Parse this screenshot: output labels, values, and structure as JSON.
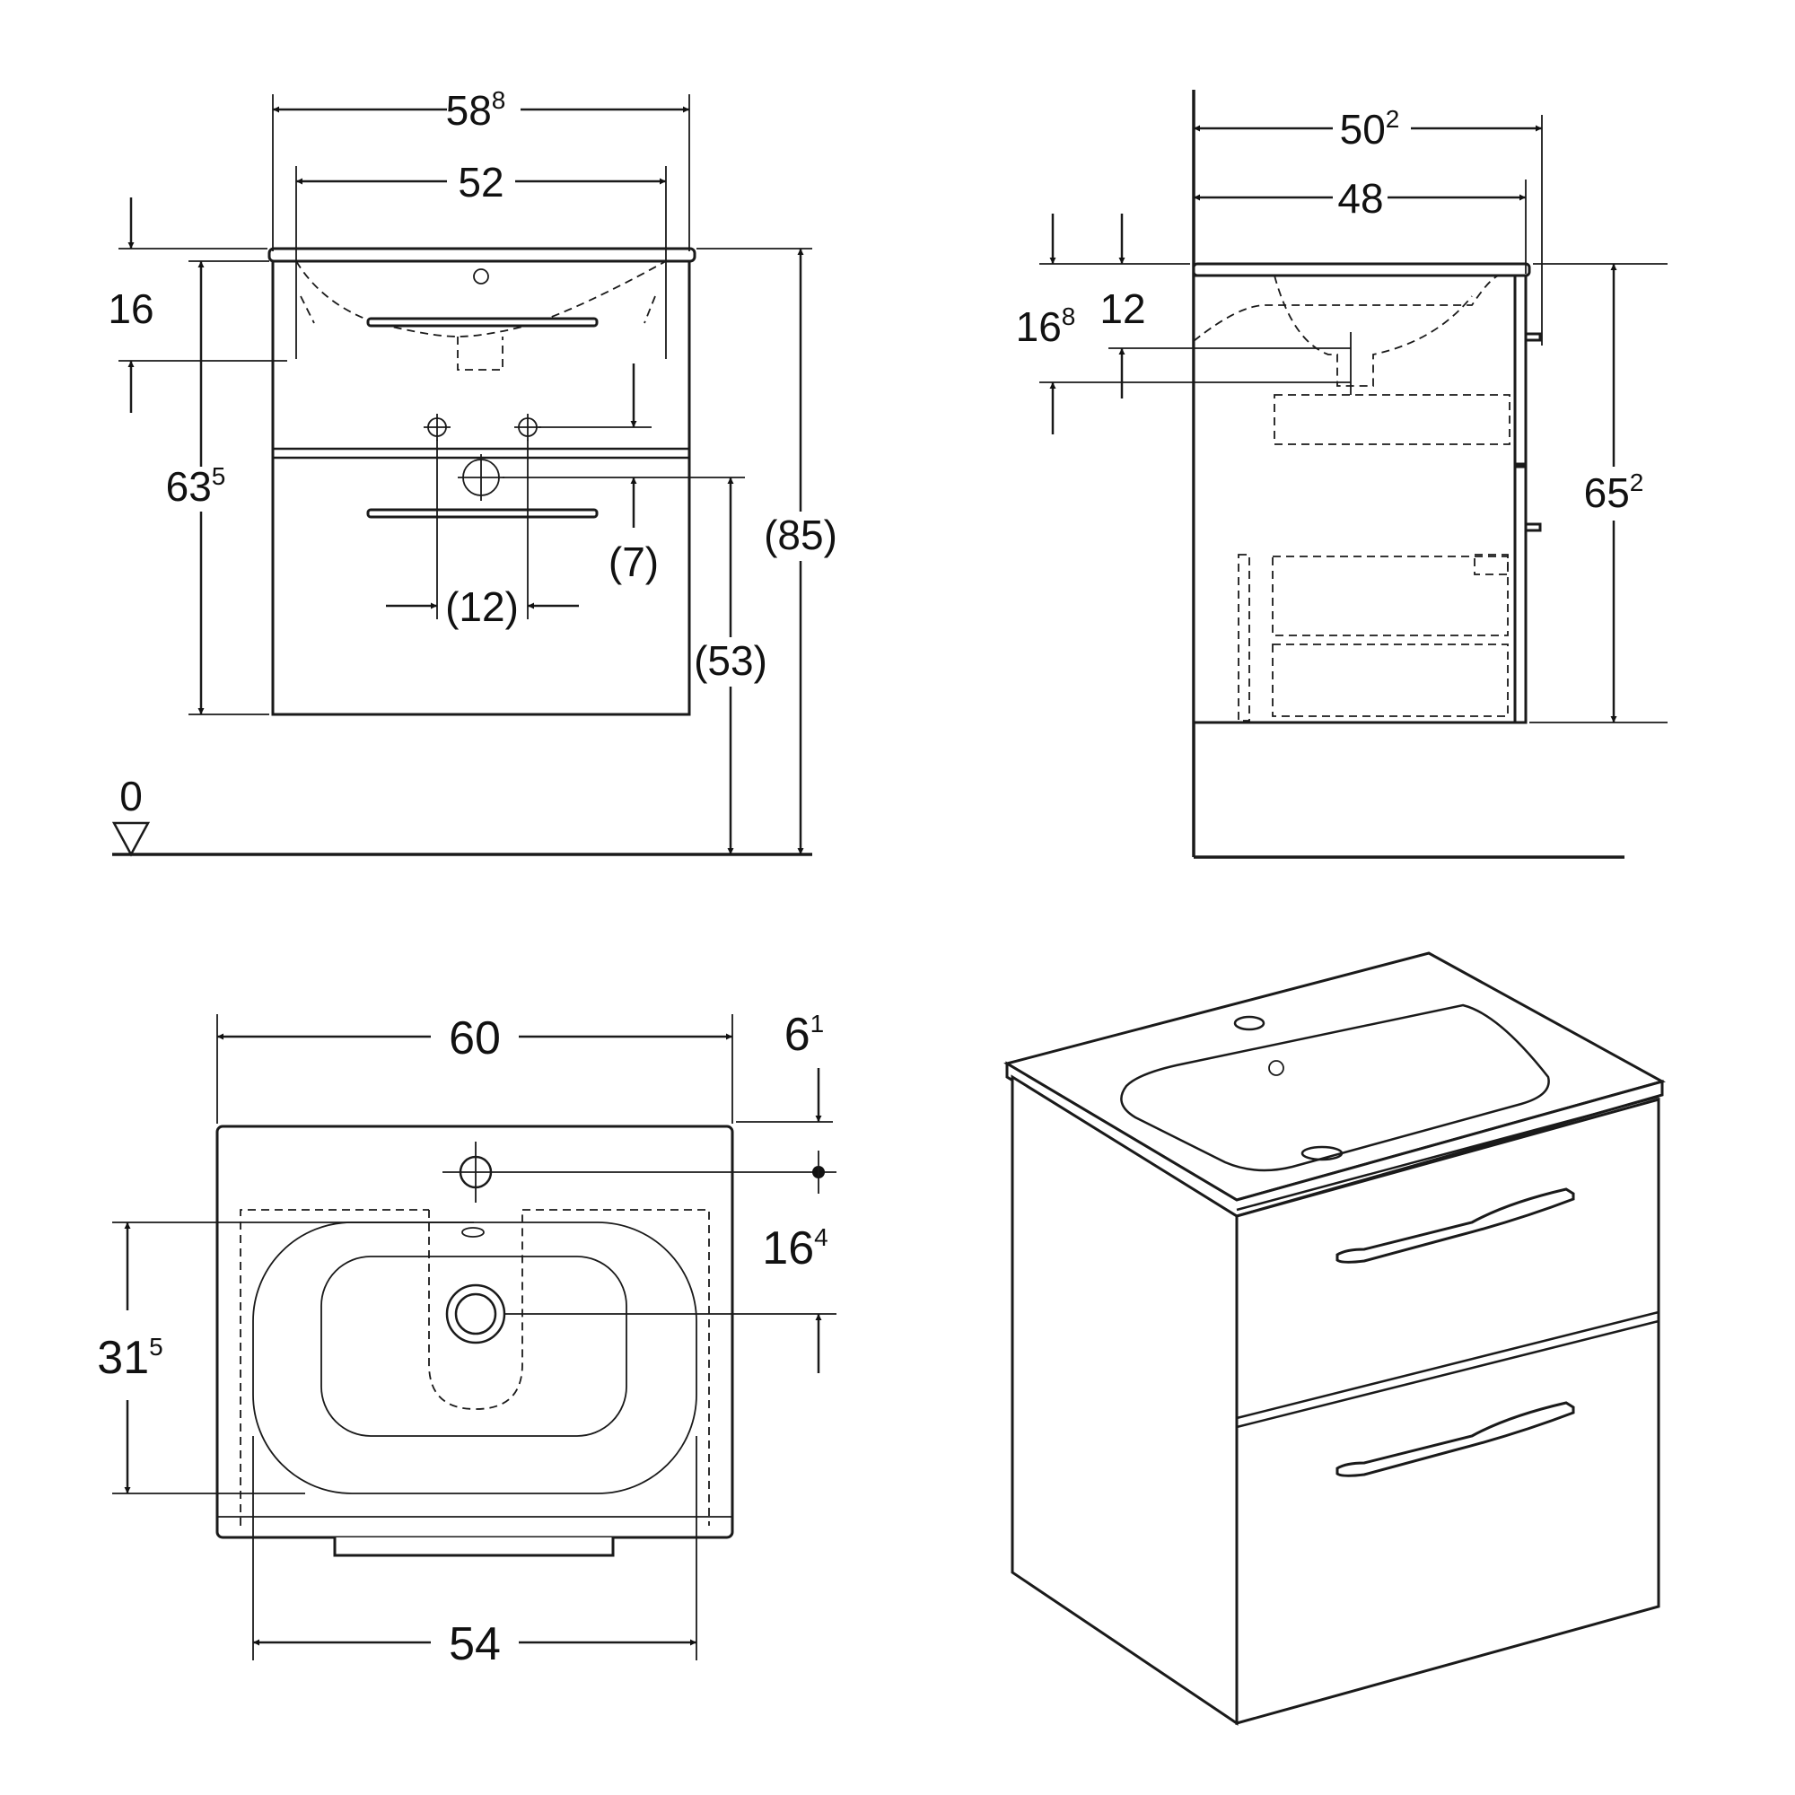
{
  "front_view": {
    "dims": {
      "overall_width": {
        "main": "58",
        "sup": "8"
      },
      "bowl_width": "52",
      "top_to_tap_hole": "16",
      "cabinet_height": {
        "main": "63",
        "sup": "5"
      },
      "overall_height": "(85)",
      "waste_height": "(53)",
      "waste_offset": "(7)",
      "supply_spacing": "(12)",
      "floor_level": "0"
    }
  },
  "side_view": {
    "dims": {
      "overall_depth": {
        "main": "50",
        "sup": "2"
      },
      "cabinet_depth": "48",
      "drop_a": {
        "main": "16",
        "sup": "8"
      },
      "drop_b": "12",
      "cabinet_height": {
        "main": "65",
        "sup": "2"
      }
    }
  },
  "top_view": {
    "dims": {
      "overall_width": "60",
      "rear_offset": {
        "main": "6",
        "sup": "1"
      },
      "tap_to_waste": {
        "main": "16",
        "sup": "4"
      },
      "bowl_depth": {
        "main": "31",
        "sup": "5"
      },
      "cabinet_width": "54"
    }
  }
}
